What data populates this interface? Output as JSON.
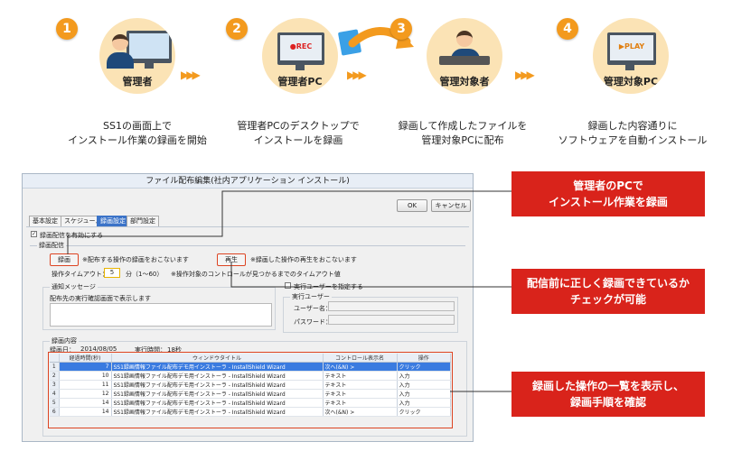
{
  "steps": [
    {
      "num": "1",
      "label": "管理者",
      "caption_line1": "SS1の画面上で",
      "caption_line2": "インストール作業の録画を開始"
    },
    {
      "num": "2",
      "label": "管理者PC",
      "screen_text": "●REC",
      "caption_line1": "管理者PCのデスクトップで",
      "caption_line2": "インストールを録画"
    },
    {
      "num": "3",
      "label": "管理対象者",
      "caption_line1": "録画して作成したファイルを",
      "caption_line2": "管理対象PCに配布"
    },
    {
      "num": "4",
      "label": "管理対象PC",
      "screen_text": "▶PLAY",
      "caption_line1": "録画した内容通りに",
      "caption_line2": "ソフトウェアを自動インストール"
    }
  ],
  "arrow_glyph": "▶▶▶",
  "dialog": {
    "title": "ファイル配布編集(社内アプリケーション インストール)",
    "ok": "OK",
    "cancel": "キャンセル",
    "tabs": [
      "基本設定",
      "スケジュール",
      "録画設定",
      "部門設定"
    ],
    "enable_label": "録画配信を有効にする",
    "section_record": "録画配信",
    "record_btn": "録画",
    "record_note": "※配布する操作の録画をおこないます",
    "play_btn": "再生",
    "play_note": "※録画した操作の再生をおこないます",
    "timeout_label": "操作タイムアウト：",
    "timeout_value": "5",
    "timeout_unit": "分（1〜60）",
    "timeout_note": "※操作対象のコントロールが見つかるまでのタイムアウト値",
    "notify_section": "通知メッセージ",
    "notify_desc": "配布先の実行確認画面で表示します",
    "exec_user_check": "実行ユーザーを指定する",
    "exec_user_section": "実行ユーザー",
    "username_label": "ユーザー名：",
    "password_label": "パスワード：",
    "content_section": "録画内容",
    "record_date_label": "録画日：",
    "record_date": "2014/08/05",
    "exec_time_label": "実行時間：",
    "exec_time": "18秒",
    "table": {
      "headers": [
        "経過時間(秒)",
        "ウィンドウタイトル",
        "コントロール表示名",
        "操作"
      ],
      "rows": [
        {
          "idx": "1",
          "time": "7",
          "window": "SS1録画情報ファイル配布デモ用インストーラ - InstallShield Wizard",
          "control": "次へ(&N) >",
          "op": "クリック"
        },
        {
          "idx": "2",
          "time": "10",
          "window": "SS1録画情報ファイル配布デモ用インストーラ - InstallShield Wizard",
          "control": "テキスト",
          "op": "入力"
        },
        {
          "idx": "3",
          "time": "11",
          "window": "SS1録画情報ファイル配布デモ用インストーラ - InstallShield Wizard",
          "control": "テキスト",
          "op": "入力"
        },
        {
          "idx": "4",
          "time": "12",
          "window": "SS1録画情報ファイル配布デモ用インストーラ - InstallShield Wizard",
          "control": "テキスト",
          "op": "入力"
        },
        {
          "idx": "5",
          "time": "14",
          "window": "SS1録画情報ファイル配布デモ用インストーラ - InstallShield Wizard",
          "control": "テキスト",
          "op": "入力"
        },
        {
          "idx": "6",
          "time": "14",
          "window": "SS1録画情報ファイル配布デモ用インストーラ - InstallShield Wizard",
          "control": "次へ(&N) >",
          "op": "クリック"
        }
      ]
    }
  },
  "callouts": [
    {
      "line1": "管理者のPCで",
      "line2": "インストール作業を録画"
    },
    {
      "line1": "配信前に正しく録画できているか",
      "line2": "チェックが可能"
    },
    {
      "line1": "録画した操作の一覧を表示し、",
      "line2": "録画手順を確認"
    }
  ],
  "colors": {
    "accent": "#f39a1e",
    "callout": "#d9231b",
    "selected_row": "#3a7be0"
  }
}
